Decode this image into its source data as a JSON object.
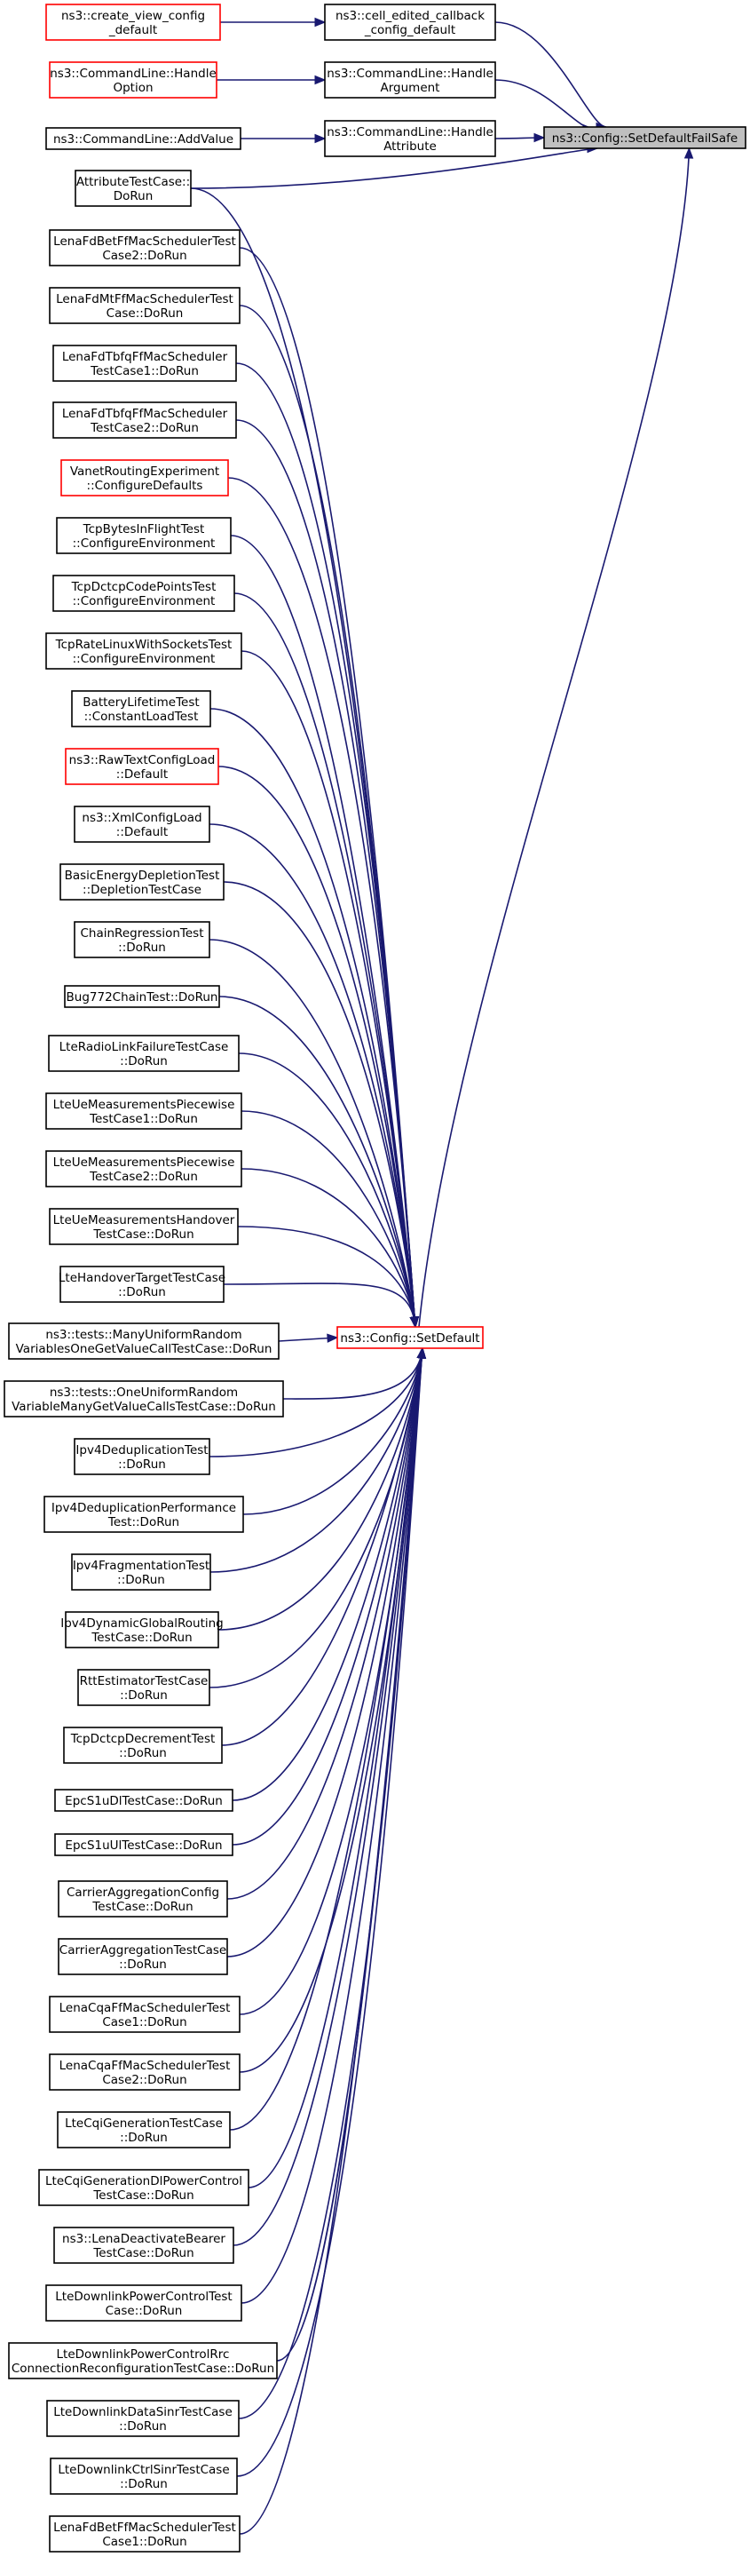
{
  "colors": {
    "edge": "#191970",
    "box_normal": "#000000",
    "box_highlight": "#ff0000",
    "target_fill": "#bfbfbf",
    "box_fill": "#ffffff"
  },
  "nodes": [
    {
      "id": "target",
      "lines": [
        "ns3::Config::SetDefaultFailSafe"
      ],
      "style": "target"
    },
    {
      "id": "cell_edited",
      "lines": [
        "ns3::cell_edited_callback",
        "_config_default"
      ],
      "style": "normal"
    },
    {
      "id": "create_view",
      "lines": [
        "ns3::create_view_config",
        "_default"
      ],
      "style": "red"
    },
    {
      "id": "cl_handle_arg",
      "lines": [
        "ns3::CommandLine::Handle",
        "Argument"
      ],
      "style": "normal"
    },
    {
      "id": "cl_handle_opt",
      "lines": [
        "ns3::CommandLine::Handle",
        "Option"
      ],
      "style": "red"
    },
    {
      "id": "cl_handle_attr",
      "lines": [
        "ns3::CommandLine::Handle",
        "Attribute"
      ],
      "style": "normal"
    },
    {
      "id": "cl_add_value",
      "lines": [
        "ns3::CommandLine::AddValue"
      ],
      "style": "normal"
    },
    {
      "id": "attribute_test",
      "lines": [
        "AttributeTestCase::",
        "DoRun"
      ],
      "style": "normal"
    },
    {
      "id": "set_default",
      "lines": [
        "ns3::Config::SetDefault"
      ],
      "style": "red"
    },
    {
      "id": "n0",
      "lines": [
        "LenaFdBetFfMacSchedulerTest",
        "Case2::DoRun"
      ],
      "style": "normal"
    },
    {
      "id": "n1",
      "lines": [
        "LenaFdMtFfMacSchedulerTest",
        "Case::DoRun"
      ],
      "style": "normal"
    },
    {
      "id": "n2",
      "lines": [
        "LenaFdTbfqFfMacScheduler",
        "TestCase1::DoRun"
      ],
      "style": "normal"
    },
    {
      "id": "n3",
      "lines": [
        "LenaFdTbfqFfMacScheduler",
        "TestCase2::DoRun"
      ],
      "style": "normal"
    },
    {
      "id": "n4",
      "lines": [
        "VanetRoutingExperiment",
        "::ConfigureDefaults"
      ],
      "style": "red"
    },
    {
      "id": "n5",
      "lines": [
        "TcpBytesInFlightTest",
        "::ConfigureEnvironment"
      ],
      "style": "normal"
    },
    {
      "id": "n6",
      "lines": [
        "TcpDctcpCodePointsTest",
        "::ConfigureEnvironment"
      ],
      "style": "normal"
    },
    {
      "id": "n7",
      "lines": [
        "TcpRateLinuxWithSocketsTest",
        "::ConfigureEnvironment"
      ],
      "style": "normal"
    },
    {
      "id": "n8",
      "lines": [
        "BatteryLifetimeTest",
        "::ConstantLoadTest"
      ],
      "style": "normal"
    },
    {
      "id": "n9",
      "lines": [
        "ns3::RawTextConfigLoad",
        "::Default"
      ],
      "style": "red"
    },
    {
      "id": "n10",
      "lines": [
        "ns3::XmlConfigLoad",
        "::Default"
      ],
      "style": "normal"
    },
    {
      "id": "n11",
      "lines": [
        "BasicEnergyDepletionTest",
        "::DepletionTestCase"
      ],
      "style": "normal"
    },
    {
      "id": "n12",
      "lines": [
        "ChainRegressionTest",
        "::DoRun"
      ],
      "style": "normal"
    },
    {
      "id": "n13",
      "lines": [
        "Bug772ChainTest::DoRun"
      ],
      "style": "normal"
    },
    {
      "id": "n14",
      "lines": [
        "LteRadioLinkFailureTestCase",
        "::DoRun"
      ],
      "style": "normal"
    },
    {
      "id": "n15",
      "lines": [
        "LteUeMeasurementsPiecewise",
        "TestCase1::DoRun"
      ],
      "style": "normal"
    },
    {
      "id": "n16",
      "lines": [
        "LteUeMeasurementsPiecewise",
        "TestCase2::DoRun"
      ],
      "style": "normal"
    },
    {
      "id": "n17",
      "lines": [
        "LteUeMeasurementsHandover",
        "TestCase::DoRun"
      ],
      "style": "normal"
    },
    {
      "id": "n18",
      "lines": [
        "LteHandoverTargetTestCase",
        "::DoRun"
      ],
      "style": "normal"
    },
    {
      "id": "n19",
      "lines": [
        "ns3::tests::ManyUniformRandom",
        "VariablesOneGetValueCallTestCase::DoRun"
      ],
      "style": "normal"
    },
    {
      "id": "n20",
      "lines": [
        "ns3::tests::OneUniformRandom",
        "VariableManyGetValueCallsTestCase::DoRun"
      ],
      "style": "normal"
    },
    {
      "id": "n21",
      "lines": [
        "Ipv4DeduplicationTest",
        "::DoRun"
      ],
      "style": "normal"
    },
    {
      "id": "n22",
      "lines": [
        "Ipv4DeduplicationPerformance",
        "Test::DoRun"
      ],
      "style": "normal"
    },
    {
      "id": "n23",
      "lines": [
        "Ipv4FragmentationTest",
        "::DoRun"
      ],
      "style": "normal"
    },
    {
      "id": "n24",
      "lines": [
        "Ipv4DynamicGlobalRouting",
        "TestCase::DoRun"
      ],
      "style": "normal"
    },
    {
      "id": "n25",
      "lines": [
        "RttEstimatorTestCase",
        "::DoRun"
      ],
      "style": "normal"
    },
    {
      "id": "n26",
      "lines": [
        "TcpDctcpDecrementTest",
        "::DoRun"
      ],
      "style": "normal"
    },
    {
      "id": "n27",
      "lines": [
        "EpcS1uDlTestCase::DoRun"
      ],
      "style": "normal"
    },
    {
      "id": "n28",
      "lines": [
        "EpcS1uUlTestCase::DoRun"
      ],
      "style": "normal"
    },
    {
      "id": "n29",
      "lines": [
        "CarrierAggregationConfig",
        "TestCase::DoRun"
      ],
      "style": "normal"
    },
    {
      "id": "n30",
      "lines": [
        "CarrierAggregationTestCase",
        "::DoRun"
      ],
      "style": "normal"
    },
    {
      "id": "n31",
      "lines": [
        "LenaCqaFfMacSchedulerTest",
        "Case1::DoRun"
      ],
      "style": "normal"
    },
    {
      "id": "n32",
      "lines": [
        "LenaCqaFfMacSchedulerTest",
        "Case2::DoRun"
      ],
      "style": "normal"
    },
    {
      "id": "n33",
      "lines": [
        "LteCqiGenerationTestCase",
        "::DoRun"
      ],
      "style": "normal"
    },
    {
      "id": "n34",
      "lines": [
        "LteCqiGenerationDlPowerControl",
        "TestCase::DoRun"
      ],
      "style": "normal"
    },
    {
      "id": "n35",
      "lines": [
        "ns3::LenaDeactivateBearer",
        "TestCase::DoRun"
      ],
      "style": "normal"
    },
    {
      "id": "n36",
      "lines": [
        "LteDownlinkPowerControlTest",
        "Case::DoRun"
      ],
      "style": "normal"
    },
    {
      "id": "n37",
      "lines": [
        "LteDownlinkPowerControlRrc",
        "ConnectionReconfigurationTestCase::DoRun"
      ],
      "style": "normal"
    },
    {
      "id": "n38",
      "lines": [
        "LteDownlinkDataSinrTestCase",
        "::DoRun"
      ],
      "style": "normal"
    },
    {
      "id": "n39",
      "lines": [
        "LteDownlinkCtrlSinrTestCase",
        "::DoRun"
      ],
      "style": "normal"
    },
    {
      "id": "n40",
      "lines": [
        "LenaFdBetFfMacSchedulerTest",
        "Case1::DoRun"
      ],
      "style": "normal"
    }
  ],
  "edges": [
    {
      "from": "create_view",
      "to": "cell_edited"
    },
    {
      "from": "cell_edited",
      "to": "target"
    },
    {
      "from": "cl_handle_opt",
      "to": "cl_handle_arg"
    },
    {
      "from": "cl_handle_arg",
      "to": "target"
    },
    {
      "from": "cl_add_value",
      "to": "cl_handle_attr"
    },
    {
      "from": "cl_handle_attr",
      "to": "target"
    },
    {
      "from": "attribute_test",
      "to": "target"
    },
    {
      "from": "set_default",
      "to": "target"
    },
    {
      "from": "attribute_test",
      "to": "set_default"
    },
    {
      "from": "n0",
      "to": "set_default"
    },
    {
      "from": "n1",
      "to": "set_default"
    },
    {
      "from": "n2",
      "to": "set_default"
    },
    {
      "from": "n3",
      "to": "set_default"
    },
    {
      "from": "n4",
      "to": "set_default"
    },
    {
      "from": "n5",
      "to": "set_default"
    },
    {
      "from": "n6",
      "to": "set_default"
    },
    {
      "from": "n7",
      "to": "set_default"
    },
    {
      "from": "n8",
      "to": "set_default"
    },
    {
      "from": "n9",
      "to": "set_default"
    },
    {
      "from": "n10",
      "to": "set_default"
    },
    {
      "from": "n11",
      "to": "set_default"
    },
    {
      "from": "n12",
      "to": "set_default"
    },
    {
      "from": "n13",
      "to": "set_default"
    },
    {
      "from": "n14",
      "to": "set_default"
    },
    {
      "from": "n15",
      "to": "set_default"
    },
    {
      "from": "n16",
      "to": "set_default"
    },
    {
      "from": "n17",
      "to": "set_default"
    },
    {
      "from": "n18",
      "to": "set_default"
    },
    {
      "from": "n19",
      "to": "set_default"
    },
    {
      "from": "n20",
      "to": "set_default"
    },
    {
      "from": "n21",
      "to": "set_default"
    },
    {
      "from": "n22",
      "to": "set_default"
    },
    {
      "from": "n23",
      "to": "set_default"
    },
    {
      "from": "n24",
      "to": "set_default"
    },
    {
      "from": "n25",
      "to": "set_default"
    },
    {
      "from": "n26",
      "to": "set_default"
    },
    {
      "from": "n27",
      "to": "set_default"
    },
    {
      "from": "n28",
      "to": "set_default"
    },
    {
      "from": "n29",
      "to": "set_default"
    },
    {
      "from": "n30",
      "to": "set_default"
    },
    {
      "from": "n31",
      "to": "set_default"
    },
    {
      "from": "n32",
      "to": "set_default"
    },
    {
      "from": "n33",
      "to": "set_default"
    },
    {
      "from": "n34",
      "to": "set_default"
    },
    {
      "from": "n35",
      "to": "set_default"
    },
    {
      "from": "n36",
      "to": "set_default"
    },
    {
      "from": "n37",
      "to": "set_default"
    },
    {
      "from": "n38",
      "to": "set_default"
    },
    {
      "from": "n39",
      "to": "set_default"
    },
    {
      "from": "n40",
      "to": "set_default"
    }
  ]
}
